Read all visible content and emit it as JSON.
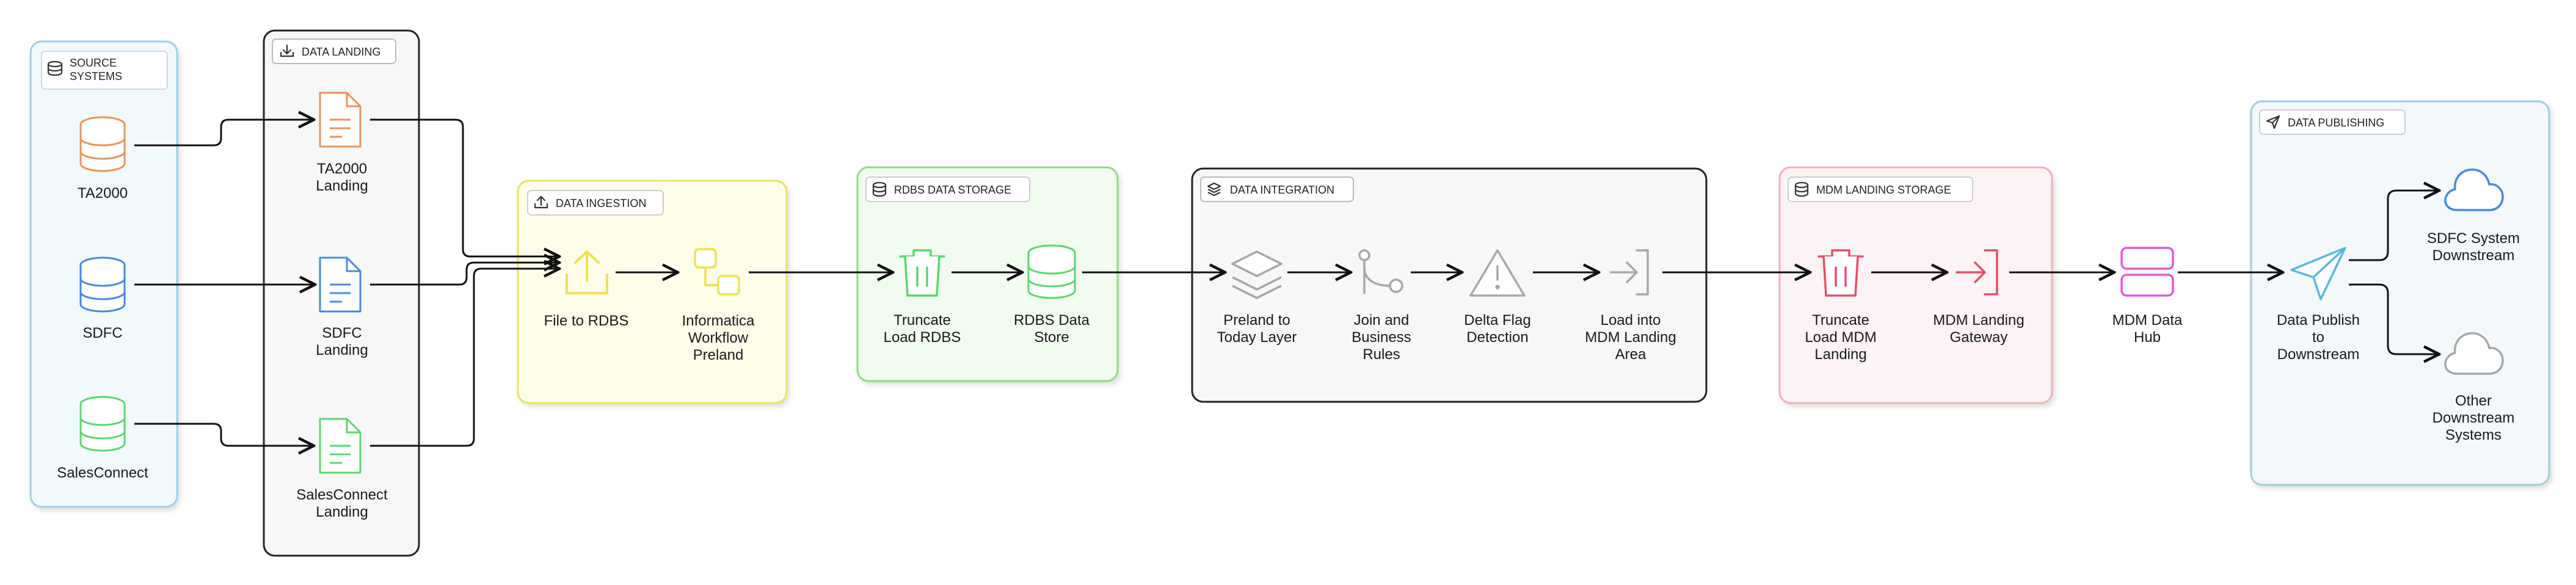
{
  "colors": {
    "source": "#5ba3cf",
    "source_fill": "#f2f9fd",
    "landing_border": "#222222",
    "landing_fill": "#f7f7f7",
    "ingestion": "#e3e04a",
    "ingestion_fill": "#fefde9",
    "rdbs": "#7fd872",
    "rdbs_fill": "#f1fbef",
    "integration_border": "#222222",
    "integration_fill": "#f7f7f7",
    "mdm": "#f2a8b3",
    "mdm_fill": "#fdf2f4",
    "publishing": "#92c2dc",
    "publishing_fill": "#f3f8fb",
    "orange": "#e8935a",
    "blue": "#4a88e0",
    "green": "#5cd66f",
    "yellow": "#ebe355",
    "red": "#e0506c",
    "magenta": "#e05ad7",
    "cyan": "#5bb8d8",
    "gray": "#a8a8a8"
  },
  "groups": {
    "source": {
      "title_line1": "SOURCE",
      "title_line2": "SYSTEMS",
      "icon": "database-icon"
    },
    "landing": {
      "title": "DATA LANDING",
      "icon": "download-icon"
    },
    "ingestion": {
      "title": "DATA INGESTION",
      "icon": "upload-icon"
    },
    "rdbs": {
      "title": "RDBS DATA STORAGE",
      "icon": "database-icon"
    },
    "integration": {
      "title": "DATA INTEGRATION",
      "icon": "layers-icon"
    },
    "mdm": {
      "title": "MDM LANDING STORAGE",
      "icon": "database-icon"
    },
    "publishing": {
      "title": "DATA PUBLISHING",
      "icon": "send-icon"
    }
  },
  "nodes": {
    "ta2000": {
      "lines": [
        "TA2000"
      ],
      "icon": "database-icon"
    },
    "sdfc": {
      "lines": [
        "SDFC"
      ],
      "icon": "database-icon"
    },
    "salesconnect": {
      "lines": [
        "SalesConnect"
      ],
      "icon": "database-icon"
    },
    "ta2000_landing": {
      "lines": [
        "TA2000",
        "Landing"
      ],
      "icon": "file-icon"
    },
    "sdfc_landing": {
      "lines": [
        "SDFC",
        "Landing"
      ],
      "icon": "file-icon"
    },
    "salesconnect_landing": {
      "lines": [
        "SalesConnect",
        "Landing"
      ],
      "icon": "file-icon"
    },
    "file_to_rdbs": {
      "lines": [
        "File to RDBS"
      ],
      "icon": "upload-icon"
    },
    "informatica": {
      "lines": [
        "Informatica",
        "Workflow",
        "Preland"
      ],
      "icon": "workflow-icon"
    },
    "truncate_rdbs": {
      "lines": [
        "Truncate",
        "Load RDBS"
      ],
      "icon": "trash-icon"
    },
    "rdbs_store": {
      "lines": [
        "RDBS Data",
        "Store"
      ],
      "icon": "database-icon"
    },
    "preland_today": {
      "lines": [
        "Preland to",
        "Today Layer"
      ],
      "icon": "layers-icon"
    },
    "join_rules": {
      "lines": [
        "Join and",
        "Business",
        "Rules"
      ],
      "icon": "git-merge-icon"
    },
    "delta_flag": {
      "lines": [
        "Delta Flag",
        "Detection"
      ],
      "icon": "alert-triangle-icon"
    },
    "load_mdm_area": {
      "lines": [
        "Load into",
        "MDM Landing",
        "Area"
      ],
      "icon": "login-icon"
    },
    "truncate_mdm": {
      "lines": [
        "Truncate",
        "Load MDM",
        "Landing"
      ],
      "icon": "trash-icon"
    },
    "mdm_gateway": {
      "lines": [
        "MDM Landing",
        "Gateway"
      ],
      "icon": "login-icon"
    },
    "mdm_hub": {
      "lines": [
        "MDM Data",
        "Hub"
      ],
      "icon": "server-icon"
    },
    "publish": {
      "lines": [
        "Data Publish",
        "to",
        "Downstream"
      ],
      "icon": "send-icon"
    },
    "sdfc_downstream": {
      "lines": [
        "SDFC System",
        "Downstream"
      ],
      "icon": "cloud-icon"
    },
    "other_downstream": {
      "lines": [
        "Other",
        "Downstream",
        "Systems"
      ],
      "icon": "cloud-icon"
    }
  }
}
